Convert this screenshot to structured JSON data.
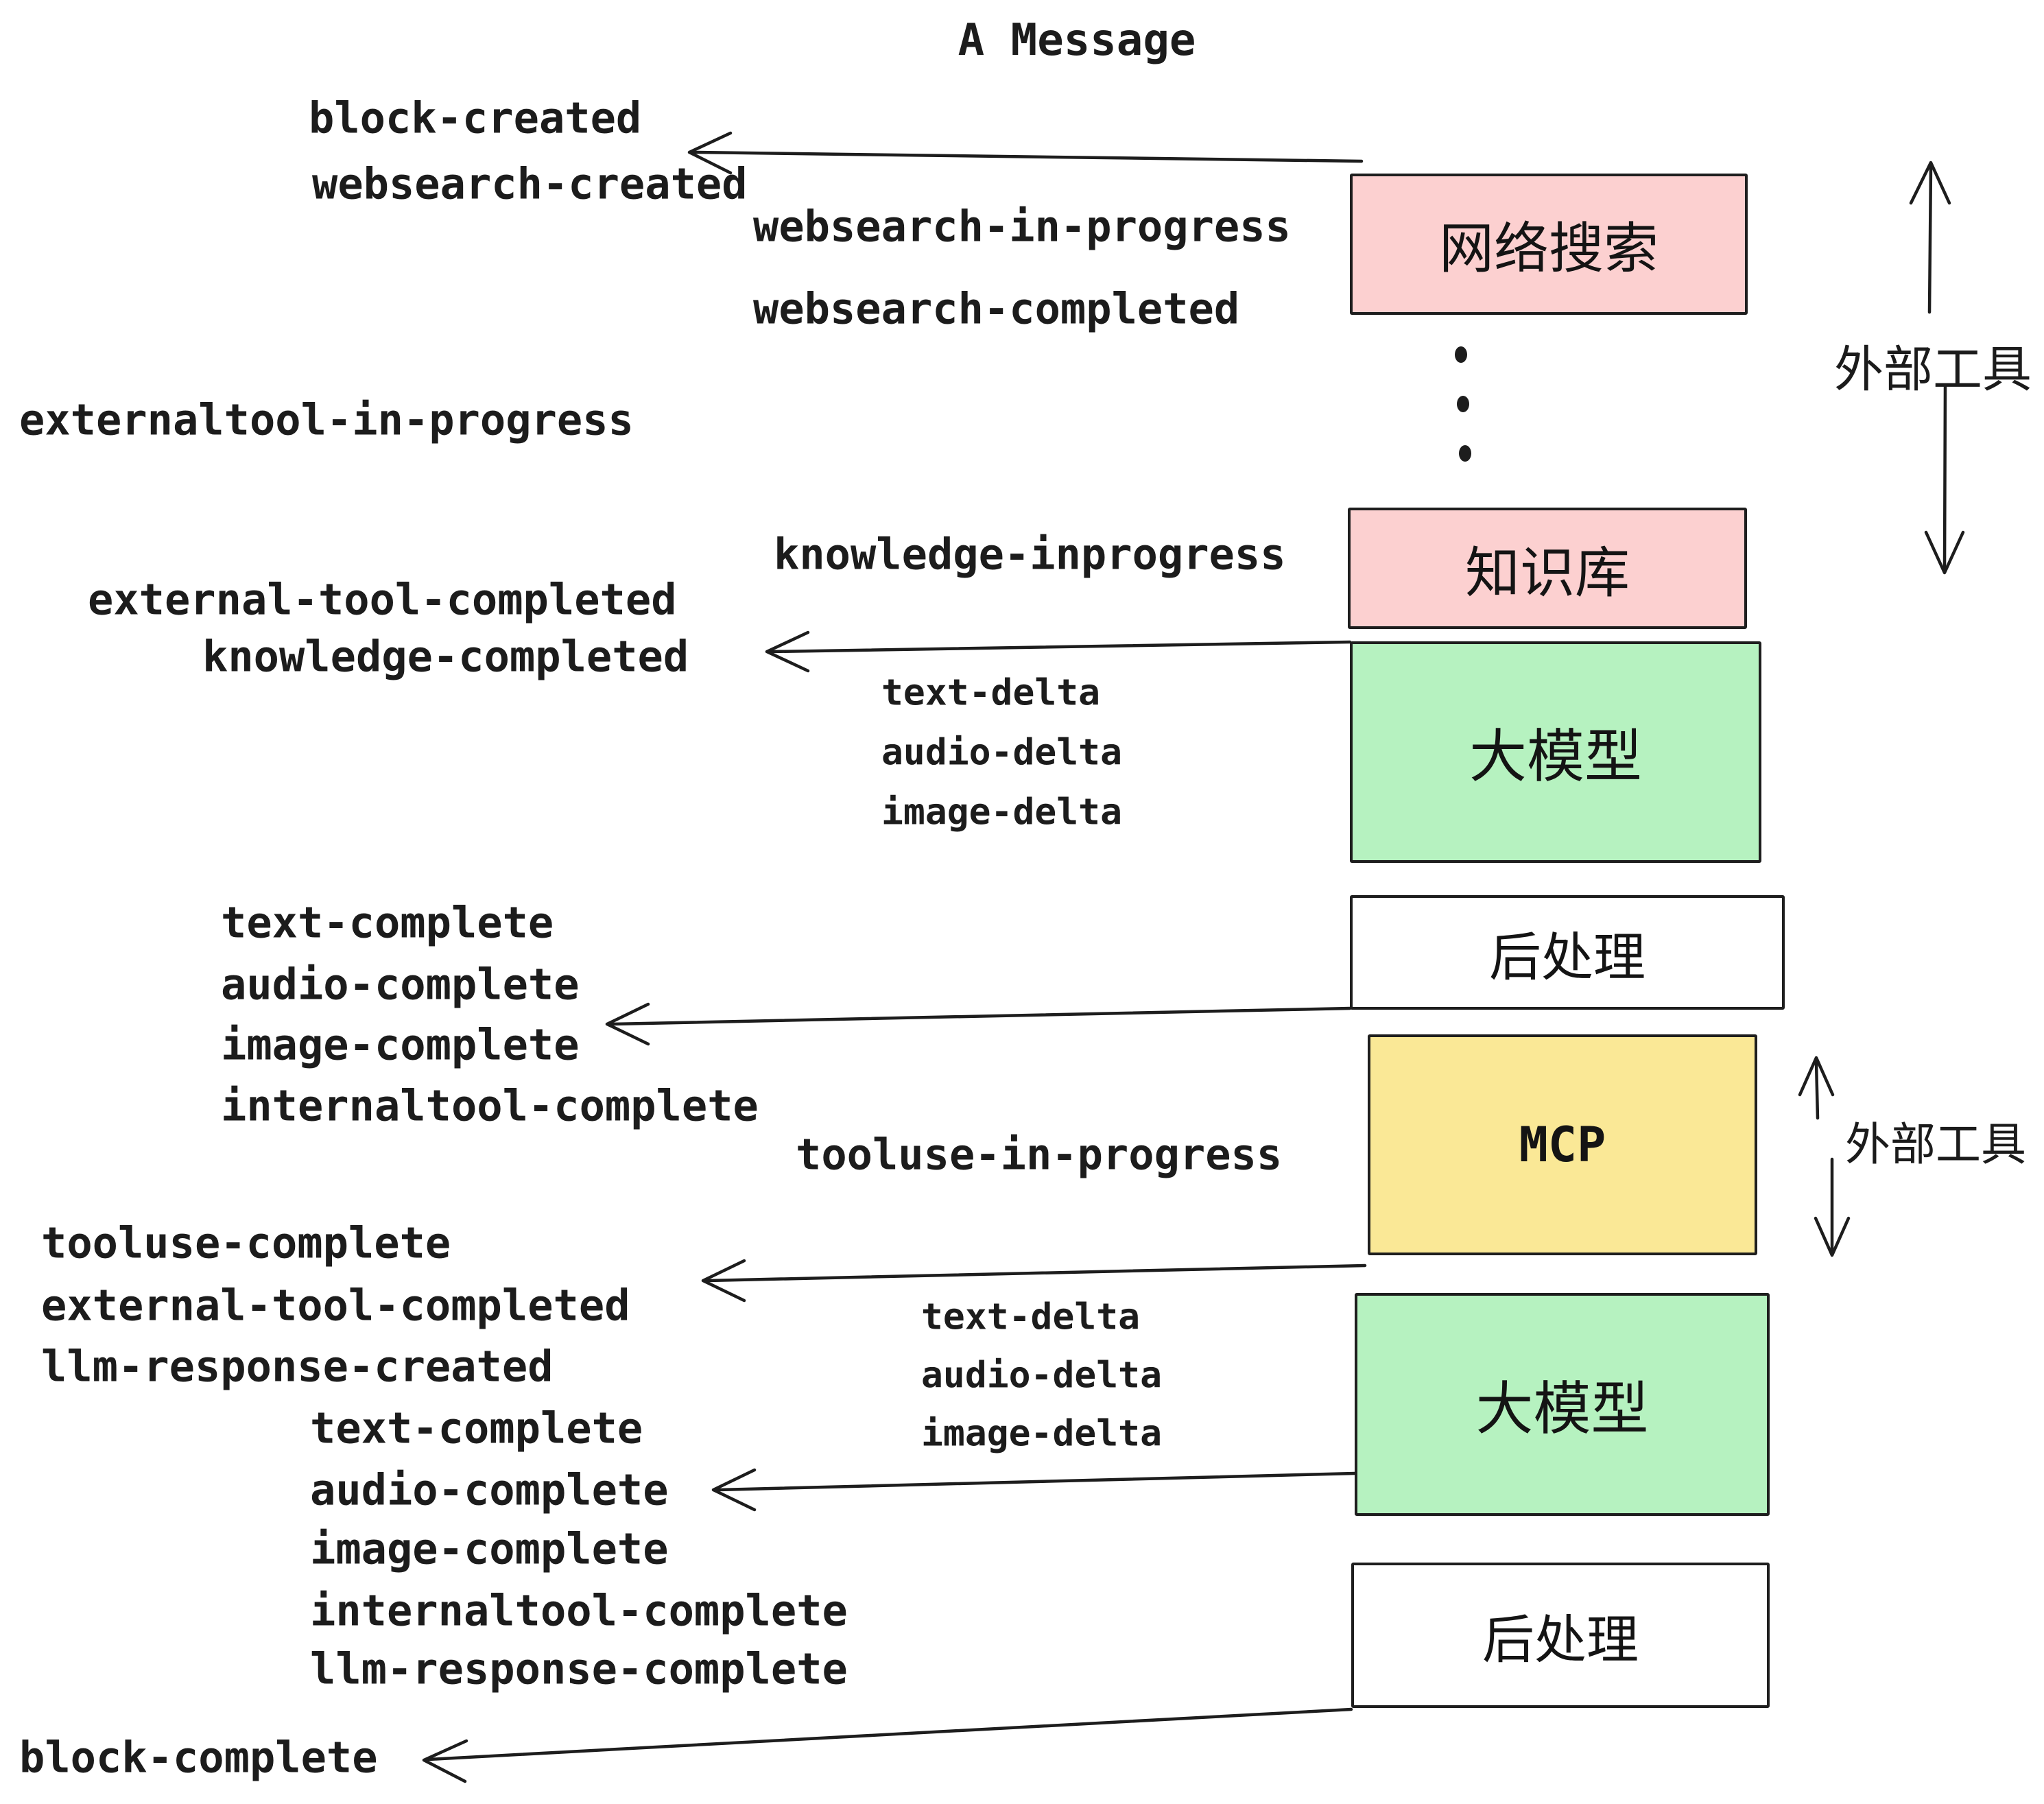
{
  "title": "A Message",
  "colors": {
    "background": "#ffffff",
    "ink": "#1c1c1c",
    "box_border": "#1e1e1e",
    "pink_box": "#fcd0d0",
    "green_box": "#b6f2c0",
    "yellow_box": "#fae896",
    "white_box": "#ffffff"
  },
  "boxes": {
    "websearch": "网络搜索",
    "knowledge": "知识库",
    "llm1": "大模型",
    "post1": "后处理",
    "mcp": "MCP",
    "llm2": "大模型",
    "post2": "后处理"
  },
  "annotations": {
    "external_tools_top": "外部工具",
    "external_tools_mcp": "外部工具"
  },
  "icons": {
    "vertical_ellipsis": "more-items-vertical-dots"
  },
  "events": {
    "block_created": "block-created",
    "websearch_created": "websearch-created",
    "websearch_in_progress": "websearch-in-progress",
    "websearch_completed": "websearch-completed",
    "externaltool_in_progress": "externaltool-in-progress",
    "knowledge_inprogress": "knowledge-inprogress",
    "external_tool_completed_1": "external-tool-completed",
    "knowledge_completed": "knowledge-completed",
    "text_delta_1": "text-delta",
    "audio_delta_1": "audio-delta",
    "image_delta_1": "image-delta",
    "text_complete_1": "text-complete",
    "audio_complete_1": "audio-complete",
    "image_complete_1": "image-complete",
    "internaltool_complete_1": "internaltool-complete",
    "tooluse_in_progress": "tooluse-in-progress",
    "tooluse_complete": "tooluse-complete",
    "external_tool_completed_2": "external-tool-completed",
    "llm_response_created": "llm-response-created",
    "text_complete_2": "text-complete",
    "audio_complete_2": "audio-complete",
    "image_complete_2": "image-complete",
    "internaltool_complete_2": "internaltool-complete",
    "llm_response_complete": "llm-response-complete",
    "block_complete": "block-complete",
    "text_delta_2": "text-delta",
    "audio_delta_2": "audio-delta",
    "image_delta_2": "image-delta"
  }
}
